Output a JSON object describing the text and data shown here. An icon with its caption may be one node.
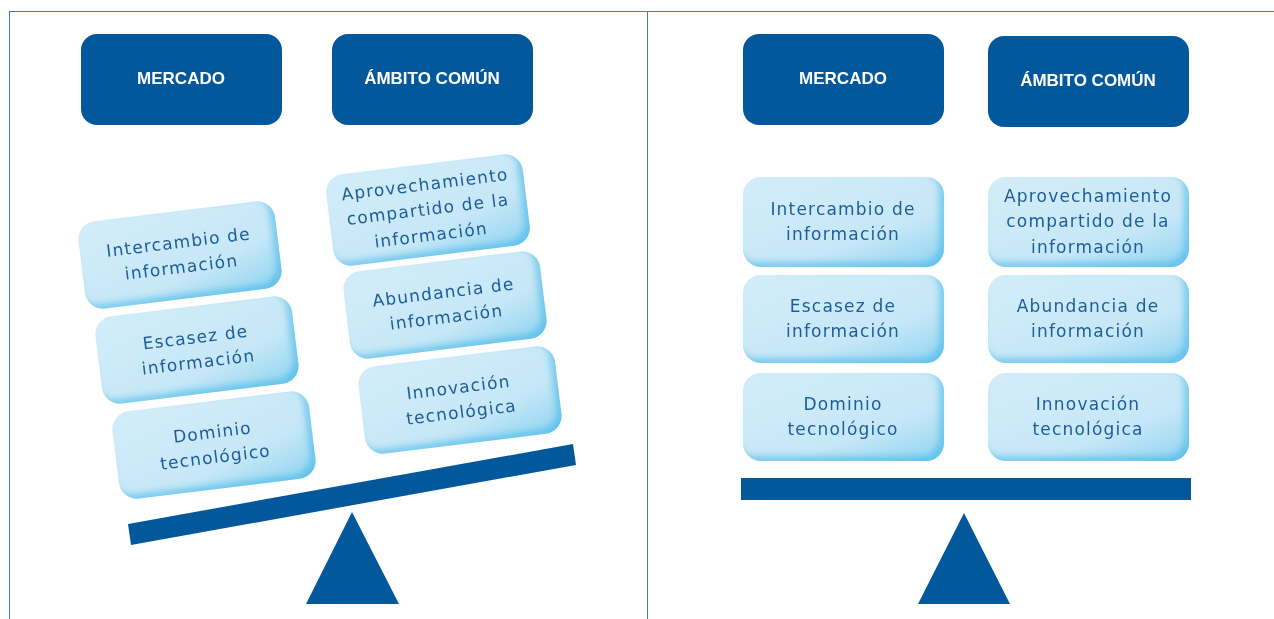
{
  "diagram": {
    "nodes": [
      {
        "text": [
          "MERCADO"
        ]
      },
      {
        "text": [
          "ÁMBITO COMÚN"
        ]
      },
      {
        "text": [
          "Intercambio de información"
        ]
      },
      {
        "text": [
          "Aprovechamiento compartido de la información"
        ]
      },
      {
        "text": [
          "Escasez de información"
        ]
      },
      {
        "text": [
          "Abundancia de información"
        ]
      },
      {
        "text": [
          "Dominio tecnológico"
        ]
      },
      {
        "text": [
          "Innovación tecnológica"
        ]
      },
      {
        "text": [
          "MERCADO"
        ]
      },
      {
        "text": [
          "ÁMBITO COMÚN"
        ]
      },
      {
        "text": [
          "Intercambio de información"
        ]
      },
      {
        "text": [
          "Aprovechamiento compartido de la información"
        ]
      },
      {
        "text": [
          "Escasez de información"
        ]
      },
      {
        "text": [
          "Abundancia de información"
        ]
      },
      {
        "text": [
          "Dominio tecnológico"
        ]
      },
      {
        "text": [
          "Innovación tecnológica"
        ]
      }
    ]
  }
}
